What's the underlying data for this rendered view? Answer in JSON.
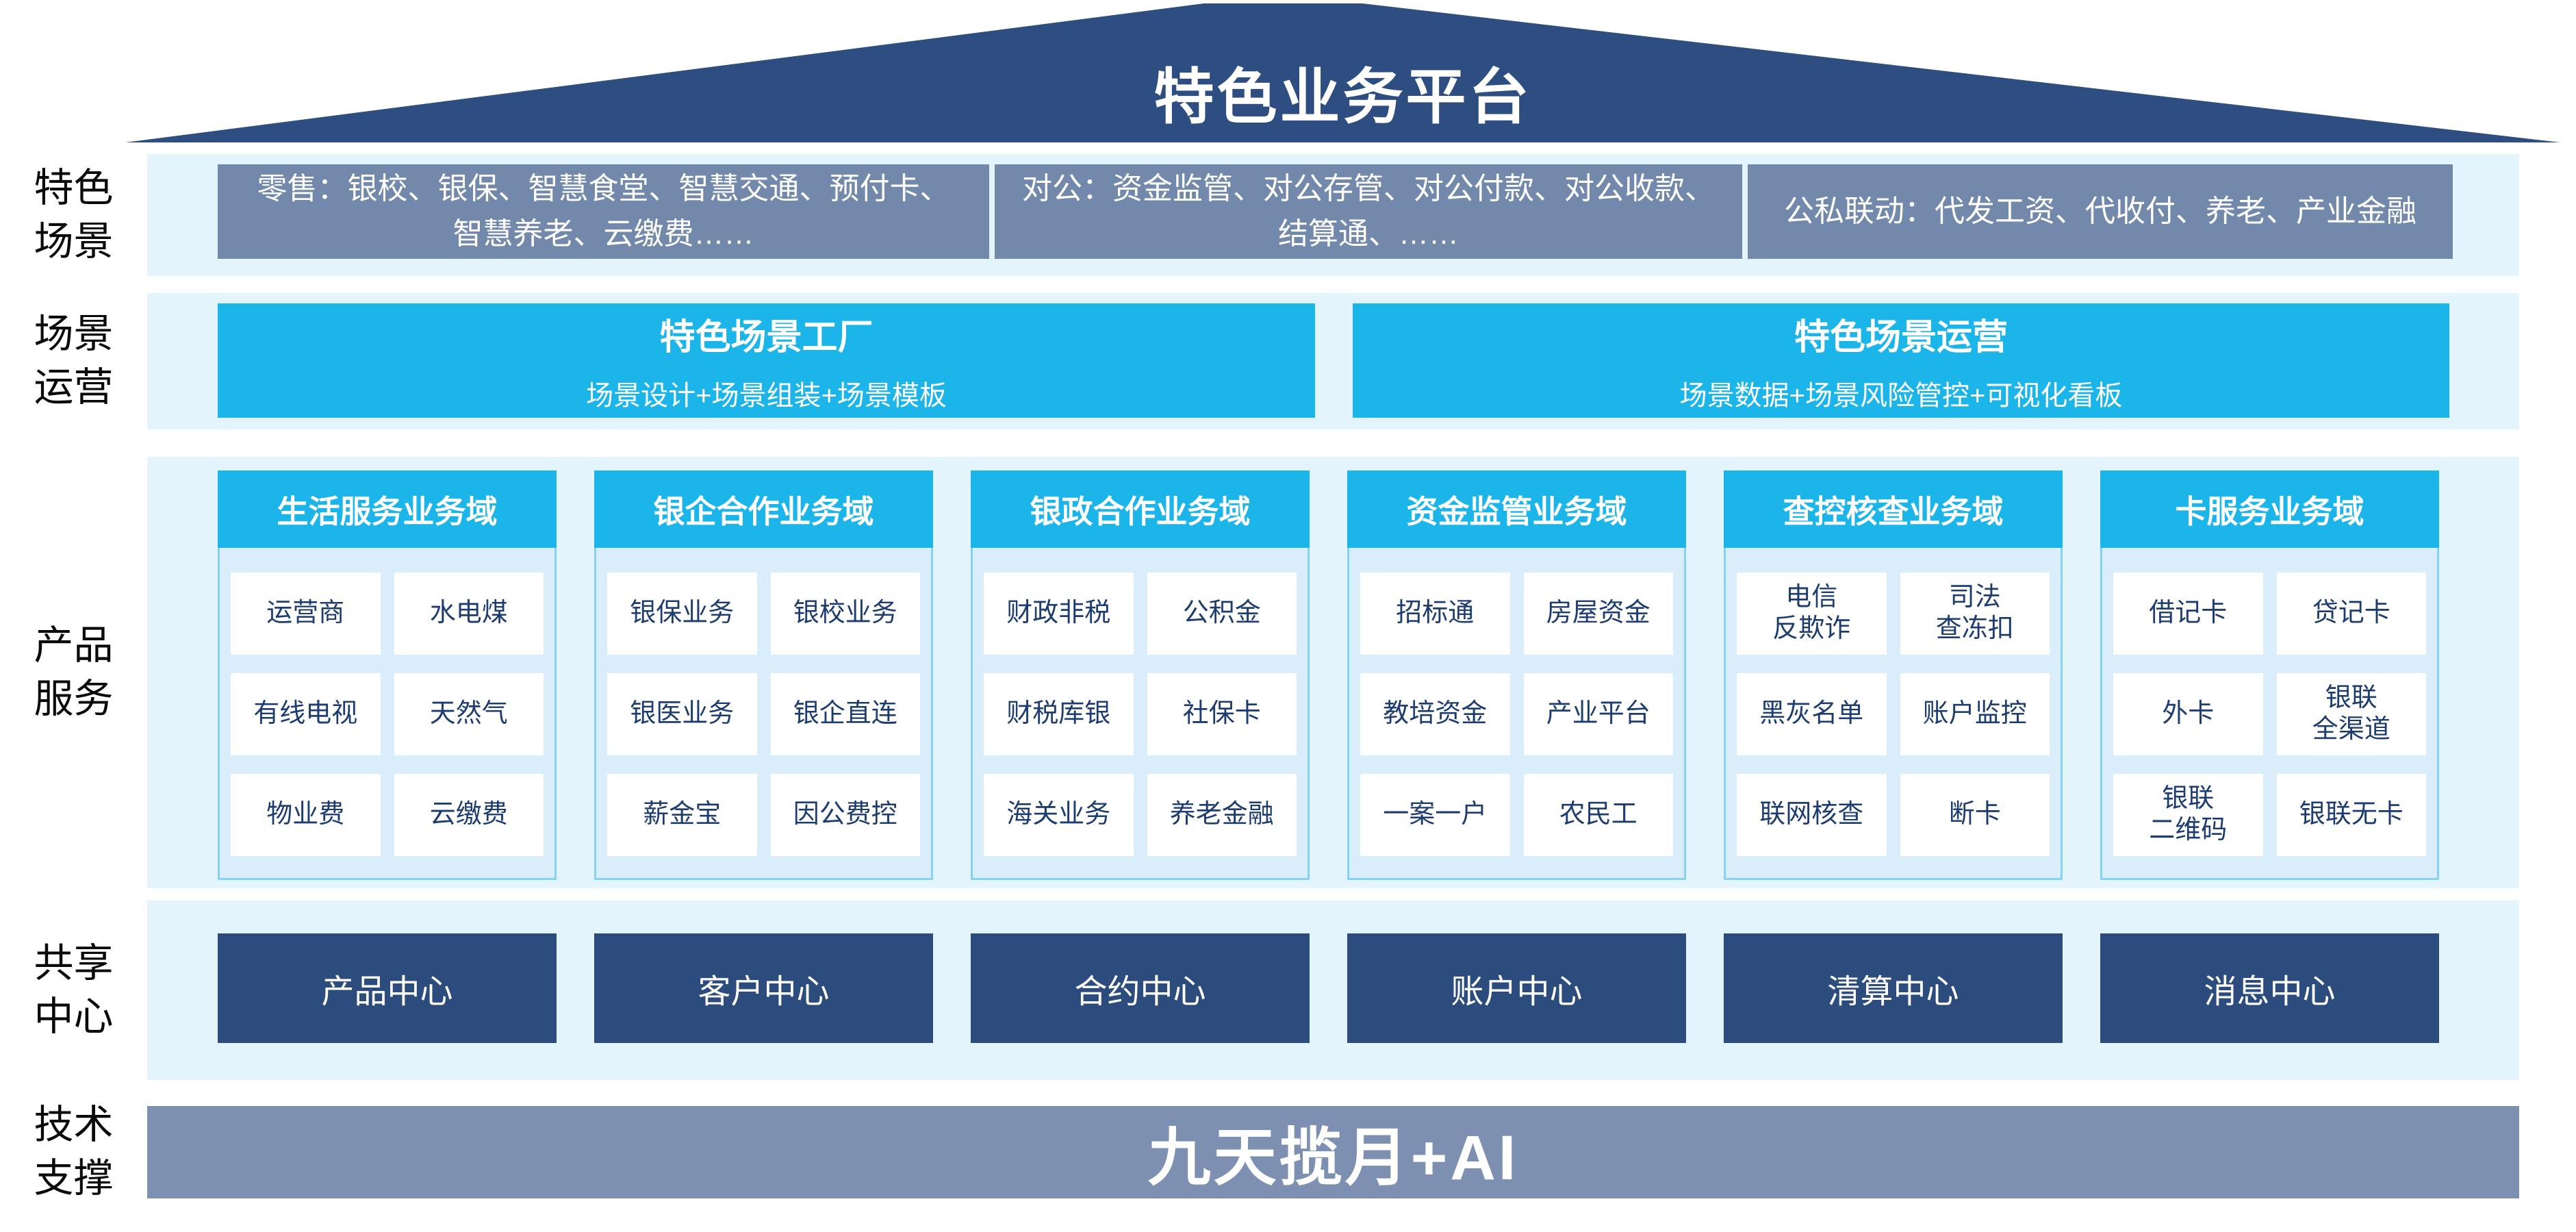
{
  "banner": {
    "title": "特色业务平台"
  },
  "side_labels": {
    "scene": "特色\n场景",
    "operation": "场景\n运营",
    "product": "产品\n服务",
    "share": "共享\n中心",
    "tech": "技术\n支撑"
  },
  "scene_row": {
    "boxes": [
      {
        "text": "零售：银校、银保、智慧食堂、智慧交通、预付卡、智慧养老、云缴费……"
      },
      {
        "text": "对公：资金监管、对公存管、对公付款、对公收款、结算通、……"
      },
      {
        "text": "公私联动：代发工资、代收付、养老、产业金融"
      }
    ]
  },
  "operation_row": {
    "boxes": [
      {
        "title": "特色场景工厂",
        "subtitle": "场景设计+场景组装+场景模板"
      },
      {
        "title": "特色场景运营",
        "subtitle": "场景数据+场景风险管控+可视化看板"
      }
    ]
  },
  "product_row": {
    "columns": [
      {
        "header": "生活服务业务域",
        "cells": [
          "运营商",
          "水电煤",
          "有线电视",
          "天然气",
          "物业费",
          "云缴费"
        ]
      },
      {
        "header": "银企合作业务域",
        "cells": [
          "银保业务",
          "银校业务",
          "银医业务",
          "银企直连",
          "薪金宝",
          "因公费控"
        ]
      },
      {
        "header": "银政合作业务域",
        "cells": [
          "财政非税",
          "公积金",
          "财税库银",
          "社保卡",
          "海关业务",
          "养老金融"
        ]
      },
      {
        "header": "资金监管业务域",
        "cells": [
          "招标通",
          "房屋资金",
          "教培资金",
          "产业平台",
          "一案一户",
          "农民工"
        ]
      },
      {
        "header": "查控核查业务域",
        "cells": [
          "电信\n反欺诈",
          "司法\n查冻扣",
          "黑灰名单",
          "账户监控",
          "联网核查",
          "断卡"
        ]
      },
      {
        "header": "卡服务业务域",
        "cells": [
          "借记卡",
          "贷记卡",
          "外卡",
          "银联\n全渠道",
          "银联\n二维码",
          "银联无卡"
        ]
      }
    ]
  },
  "share_row": {
    "boxes": [
      "产品中心",
      "客户中心",
      "合约中心",
      "账户中心",
      "清算中心",
      "消息中心"
    ]
  },
  "tech_row": {
    "text": "九天揽月+AI"
  },
  "colors": {
    "navy": "#2e4d80",
    "slate": "#7289ac",
    "slate_bar": "#7e90b1",
    "cyan": "#1bb5e9",
    "band_bg": "#e3f4fc",
    "column_bg": "#d9eefa",
    "cell_text": "#1d3c6f"
  }
}
